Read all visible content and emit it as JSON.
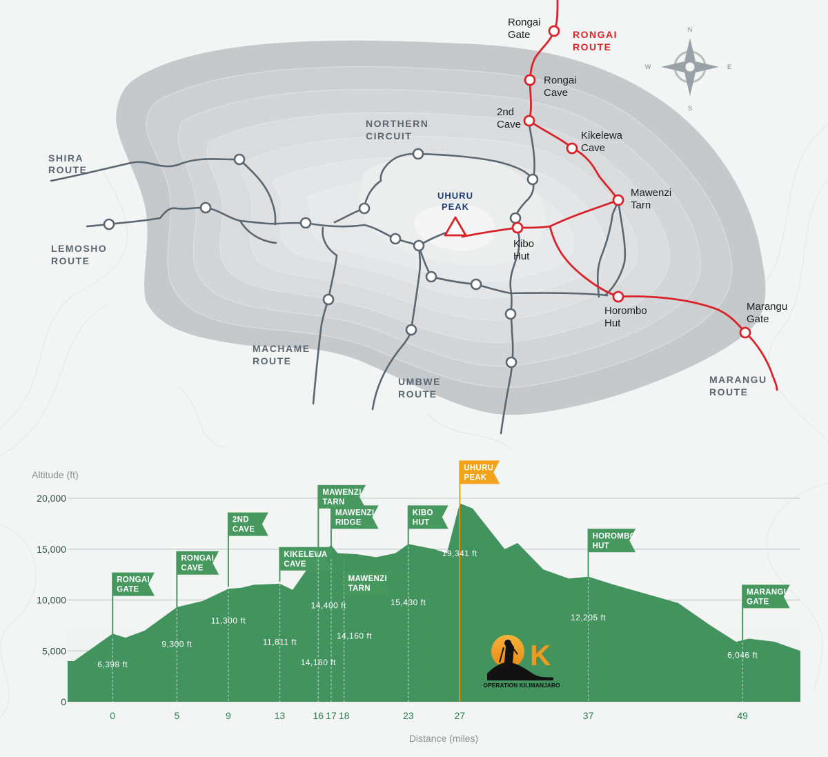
{
  "map": {
    "routes": [
      {
        "name": "SHIRA",
        "suffix": "ROUTE",
        "highlight": false
      },
      {
        "name": "LEMOSHO",
        "suffix": "ROUTE",
        "highlight": false
      },
      {
        "name": "MACHAME",
        "suffix": "ROUTE",
        "highlight": false
      },
      {
        "name": "UMBWE",
        "suffix": "ROUTE",
        "highlight": false
      },
      {
        "name": "MARANGU",
        "suffix": "ROUTE",
        "highlight": false
      },
      {
        "name": "RONGAI",
        "suffix": "ROUTE",
        "highlight": true
      }
    ],
    "circuit": {
      "line1": "NORTHERN",
      "line2": "CIRCUIT"
    },
    "peak": {
      "line1": "UHURU",
      "line2": "PEAK"
    },
    "places": [
      {
        "line1": "Rongai",
        "line2": "Gate"
      },
      {
        "line1": "Rongai",
        "line2": "Cave"
      },
      {
        "line1": "2nd",
        "line2": "Cave"
      },
      {
        "line1": "Kikelewa",
        "line2": "Cave"
      },
      {
        "line1": "Mawenzi",
        "line2": "Tarn"
      },
      {
        "line1": "Kibo",
        "line2": "Hut"
      },
      {
        "line1": "Horombo",
        "line2": "Hut"
      },
      {
        "line1": "Marangu",
        "line2": "Gate"
      }
    ],
    "compass": {
      "n": "N",
      "s": "S",
      "e": "E",
      "w": "W"
    },
    "colors": {
      "route_highlight": "#d9232a",
      "route_other": "#5a6670",
      "mountain": "#c6c9cb"
    }
  },
  "chart_data": {
    "type": "area",
    "ylabel": "Altitude (ft)",
    "xlabel": "Distance (miles)",
    "ylim": [
      0,
      21000
    ],
    "xlim": [
      -3.5,
      53.5
    ],
    "yticks": [
      {
        "v": 0,
        "label": "0"
      },
      {
        "v": 5000,
        "label": "5,000"
      },
      {
        "v": 10000,
        "label": "10,000"
      },
      {
        "v": 15000,
        "label": "15,000"
      },
      {
        "v": 20000,
        "label": "20,000"
      }
    ],
    "xticks": [
      {
        "v": 0,
        "label": "0"
      },
      {
        "v": 5,
        "label": "5"
      },
      {
        "v": 9,
        "label": "9"
      },
      {
        "v": 13,
        "label": "13"
      },
      {
        "v": 16,
        "label": "16"
      },
      {
        "v": 17,
        "label": "17"
      },
      {
        "v": 18,
        "label": "18"
      },
      {
        "v": 23,
        "label": "23"
      },
      {
        "v": 27,
        "label": "27"
      },
      {
        "v": 37,
        "label": "37"
      },
      {
        "v": 49,
        "label": "49"
      }
    ],
    "profile": [
      [
        -3,
        4000
      ],
      [
        0,
        6700
      ],
      [
        1,
        6300
      ],
      [
        2.5,
        7000
      ],
      [
        5,
        9300
      ],
      [
        7,
        9900
      ],
      [
        9,
        11100
      ],
      [
        10,
        11200
      ],
      [
        11,
        11500
      ],
      [
        13,
        11600
      ],
      [
        14,
        11000
      ],
      [
        15.5,
        13700
      ],
      [
        17,
        15400
      ],
      [
        17.5,
        14600
      ],
      [
        19,
        14500
      ],
      [
        20.5,
        14200
      ],
      [
        22,
        14600
      ],
      [
        23,
        15500
      ],
      [
        25,
        15000
      ],
      [
        26,
        14600
      ],
      [
        27,
        19500
      ],
      [
        28,
        19000
      ],
      [
        30.5,
        15000
      ],
      [
        31.5,
        15600
      ],
      [
        33.5,
        13000
      ],
      [
        35.5,
        12100
      ],
      [
        37,
        12300
      ],
      [
        39,
        11500
      ],
      [
        44,
        9700
      ],
      [
        46.5,
        7500
      ],
      [
        48.5,
        5900
      ],
      [
        49.5,
        6200
      ],
      [
        51.5,
        5900
      ],
      [
        53.5,
        5000
      ]
    ],
    "waypoints": [
      {
        "name": "RONGAI GATE",
        "flag": [
          "RONGAI",
          "GATE"
        ],
        "x": 0,
        "y": 6398,
        "label": "6,398 ft",
        "flag_top": 12700,
        "label_y": 3400,
        "label_dx": 0,
        "summit": false
      },
      {
        "name": "RONGAI CAVE",
        "flag": [
          "RONGAI",
          "CAVE"
        ],
        "x": 5,
        "y": 9300,
        "label": "9,300 ft",
        "flag_top": 14800,
        "label_y": 5400,
        "label_dx": 0,
        "summit": false
      },
      {
        "name": "2ND CAVE",
        "flag": [
          "2ND",
          "CAVE"
        ],
        "x": 9,
        "y": 11300,
        "label": "11,300 ft",
        "flag_top": 18600,
        "label_y": 7700,
        "label_dx": 0,
        "summit": false
      },
      {
        "name": "KIKELEWA CAVE",
        "flag": [
          "KIKELEWA",
          "CAVE"
        ],
        "x": 13,
        "y": 11811,
        "label": "11,811 ft",
        "flag_top": 15200,
        "label_y": 5600,
        "label_dx": 0,
        "summit": false
      },
      {
        "name": "MAWENZI TARN",
        "flag": [
          "MAWENZI",
          "TARN"
        ],
        "x": 16,
        "y": 14400,
        "label": "14,400 ft",
        "flag_top": 21300,
        "label_y": 9200,
        "label_dx": 0.8,
        "summit": false
      },
      {
        "name": "MAWENZI RIDGE",
        "flag": [
          "MAWENZI",
          "RIDGE"
        ],
        "x": 17,
        "y": 14160,
        "label": "14,160 ft",
        "flag_top": 19300,
        "label_y": 3600,
        "label_dx": -1,
        "summit": false
      },
      {
        "name": "MAWENZI TARN",
        "flag": [
          "MAWENZI",
          "TARN"
        ],
        "x": 18,
        "y": 14160,
        "label": "14,160 ft",
        "flag_top": 12800,
        "label_y": 6200,
        "label_dx": 0.8,
        "summit": false
      },
      {
        "name": "KIBO HUT",
        "flag": [
          "KIBO",
          "HUT"
        ],
        "x": 23,
        "y": 15430,
        "label": "15,430 ft",
        "flag_top": 19300,
        "label_y": 9500,
        "label_dx": 0,
        "summit": false
      },
      {
        "name": "UHURU PEAK",
        "flag": [
          "UHURU",
          "PEAK"
        ],
        "x": 27,
        "y": 19341,
        "label": "19,341 ft",
        "flag_top": 23700,
        "label_y": 14300,
        "label_dx": 0,
        "summit": true
      },
      {
        "name": "HOROMBO HUT",
        "flag": [
          "HOROMBO",
          "HUT"
        ],
        "x": 37,
        "y": 12205,
        "label": "12,205 ft",
        "flag_top": 17000,
        "label_y": 8000,
        "label_dx": 0,
        "summit": false
      },
      {
        "name": "MARANGU GATE",
        "flag": [
          "MARANGU",
          "GATE"
        ],
        "x": 49,
        "y": 6046,
        "label": "6,046 ft",
        "flag_top": 11500,
        "label_y": 4300,
        "label_dx": 0,
        "summit": false
      }
    ],
    "grid": true,
    "colors": {
      "fill": "#43935f",
      "flag": "#47985f",
      "summit_flag": "#f3a21b",
      "grid": "#cfd3d6"
    }
  },
  "logo": {
    "text": "OPERATION KILIMANJARO",
    "color": "#f29b1d"
  }
}
